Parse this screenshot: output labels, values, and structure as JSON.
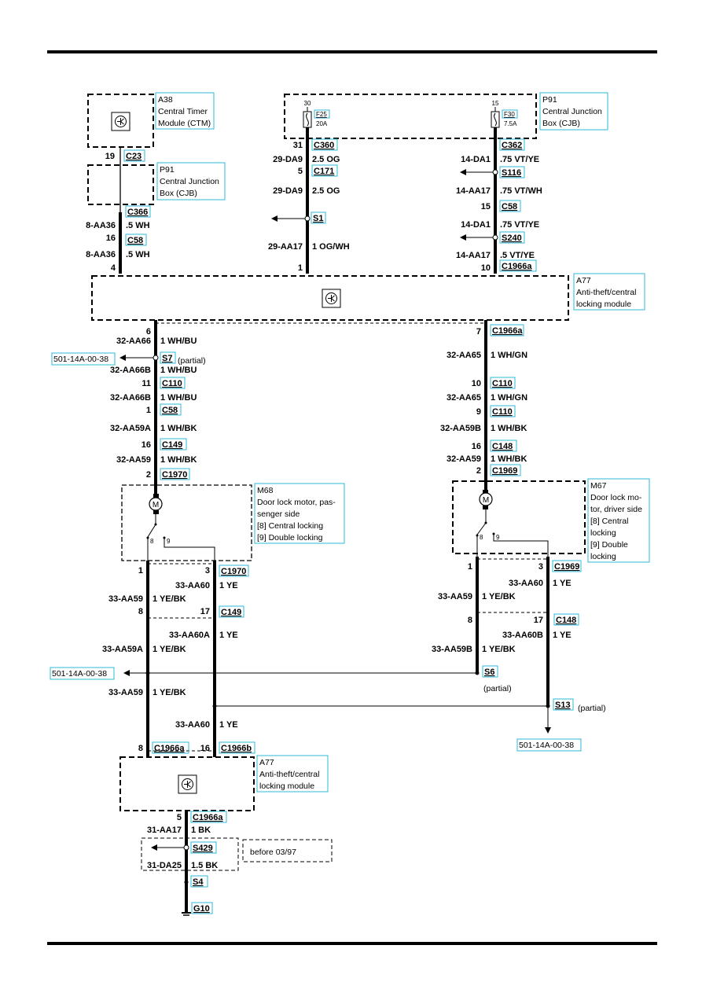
{
  "components": {
    "a38": {
      "l1": "A38",
      "l2": "Central Timer",
      "l3": "Module (CTM)"
    },
    "p91_left": {
      "l1": "P91",
      "l2": "Central Junction",
      "l3": "Box (CJB)"
    },
    "p91_top": {
      "l1": "P91",
      "l2": "Central Junction",
      "l3": "Box (CJB)"
    },
    "a77_top": {
      "l1": "A77",
      "l2": "Anti-theft/central",
      "l3": "locking module"
    },
    "m68": {
      "l1": "M68",
      "l2": "Door lock motor, pas-",
      "l3": "senger side",
      "l4": "[8] Central locking",
      "l5": "[9] Double locking"
    },
    "m67": {
      "l1": "M67",
      "l2": "Door lock mo-",
      "l3": "tor, driver side",
      "l4": "[8] Central",
      "l5": "locking",
      "l6": "[9] Double",
      "l7": "locking"
    },
    "a77_bottom": {
      "l1": "A77",
      "l2": "Anti-theft/central",
      "l3": "locking module"
    },
    "before": "before 03/97"
  },
  "fuses": {
    "f25": {
      "name": "F25",
      "rating": "20A",
      "term": "30"
    },
    "f30": {
      "name": "F30",
      "rating": "7.5A",
      "term": "15"
    }
  },
  "connectors": {
    "c23": "C23",
    "c366": "C366",
    "c58a": "C58",
    "c360": "C360",
    "c171": "C171",
    "s1": "S1",
    "c362": "C362",
    "s116": "S116",
    "c58b": "C58",
    "s240": "S240",
    "c1966a_top": "C1966a",
    "c1966a_r": "C1966a",
    "s7": "S7",
    "c110_l": "C110",
    "c58_l": "C58",
    "c149_l": "C149",
    "c1970": "C1970",
    "c110_r1": "C110",
    "c110_r2": "C110",
    "c148": "C148",
    "c1969": "C1969",
    "c1970b": "C1970",
    "c149b": "C149",
    "c1969b": "C1969",
    "c148b": "C148",
    "s6": "S6",
    "s13": "S13",
    "c1966a_b": "C1966a",
    "c1966b_b": "C1966b",
    "c1966a_5": "C1966a",
    "s429": "S429",
    "s4": "S4",
    "g10": "G10"
  },
  "refs": {
    "r1": "501-14A-00-38",
    "r2": "501-14A-00-38",
    "r3": "501-14A-00-38"
  },
  "partial": {
    "p1": "(partial)",
    "p2": "(partial)",
    "p3": "(partial)"
  },
  "pins": {
    "p19": "19",
    "p16a": "16",
    "p4": "4",
    "p31": "31",
    "p5": "5",
    "p1": "1",
    "p15": "15",
    "p10": "10",
    "p6": "6",
    "p7": "7",
    "p11": "11",
    "p1b": "1",
    "p16b": "16",
    "p2a": "2",
    "p10b": "10",
    "p9": "9",
    "p16c": "16",
    "p2b": "2",
    "p1c": "1",
    "p3a": "3",
    "p8a": "8",
    "p17a": "17",
    "p1d": "1",
    "p3b": "3",
    "p8b": "8",
    "p17b": "17",
    "p8c": "8",
    "p16d": "16",
    "p5b": "5",
    "m8a": "8",
    "m9a": "9",
    "m8b": "8",
    "m9b": "9"
  },
  "wires": {
    "w1c": "8-AA36",
    "w1s": ".5 WH",
    "w2c": "8-AA36",
    "w2s": ".5 WH",
    "w3c": "29-DA9",
    "w3s": "2.5 OG",
    "w4c": "29-DA9",
    "w4s": "2.5 OG",
    "w5c": "29-AA17",
    "w5s": "1 OG/WH",
    "w6c": "14-DA1",
    "w6s": ".75 VT/YE",
    "w7c": "14-AA17",
    "w7s": ".75 VT/WH",
    "w8c": "14-DA1",
    "w8s": ".75 VT/YE",
    "w9c": "14-AA17",
    "w9s": ".5 VT/YE",
    "w10c": "32-AA66",
    "w10s": "1 WH/BU",
    "w11c": "32-AA66B",
    "w11s": "1 WH/BU",
    "w12c": "32-AA66B",
    "w12s": "1 WH/BU",
    "w13c": "32-AA59A",
    "w13s": "1 WH/BK",
    "w14c": "32-AA59",
    "w14s": "1 WH/BK",
    "w15c": "32-AA65",
    "w15s": "1 WH/GN",
    "w16c": "32-AA65",
    "w16s": "1 WH/GN",
    "w17c": "32-AA59B",
    "w17s": "1 WH/BK",
    "w18c": "32-AA59",
    "w18s": "1 WH/BK",
    "w19c": "33-AA60",
    "w19s": "1 YE",
    "w20c": "33-AA59",
    "w20s": "1 YE/BK",
    "w21c": "33-AA60A",
    "w21s": "1 YE",
    "w22c": "33-AA59A",
    "w22s": "1 YE/BK",
    "w23c": "33-AA59",
    "w23s": "1 YE/BK",
    "w24c": "33-AA60",
    "w24s": "1 YE",
    "w25c": "33-AA60",
    "w25s": "1 YE",
    "w26c": "33-AA59",
    "w26s": "1 YE/BK",
    "w27c": "33-AA60B",
    "w27s": "1 YE",
    "w28c": "33-AA59B",
    "w28s": "1 YE/BK",
    "w29c": "31-AA17",
    "w29s": "1 BK",
    "w30c": "31-DA25",
    "w30s": "1.5 BK"
  },
  "colors": {
    "label_box": "#2fb8d8",
    "wire": "#000000"
  }
}
